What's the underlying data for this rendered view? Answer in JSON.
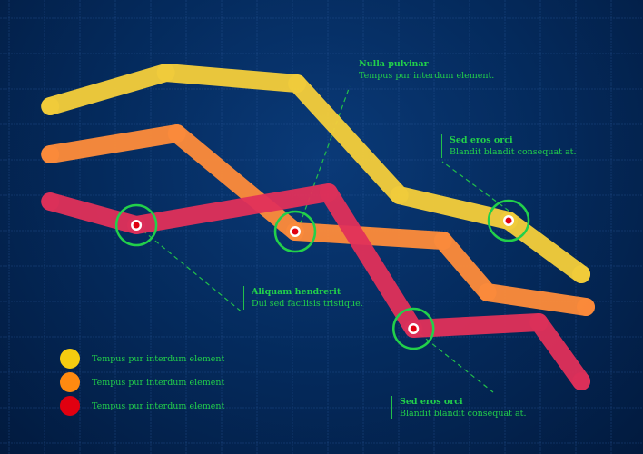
{
  "chart_data": {
    "type": "line",
    "xlim": [
      0,
      100
    ],
    "ylim": [
      0,
      100
    ],
    "grid": true,
    "series": [
      {
        "name": "Tempus pur interdum element",
        "color": "#f5cf3a",
        "x": [
          7.8,
          25.8,
          46.2,
          62.1,
          79.1,
          90.4
        ],
        "y": [
          76.6,
          84,
          81.6,
          57,
          51.4,
          39.6
        ]
      },
      {
        "name": "Tempus pur interdum element",
        "color": "#ff8c3a",
        "x": [
          7.8,
          27.5,
          45.9,
          68.9,
          75.8,
          91.1
        ],
        "y": [
          66,
          70.6,
          49,
          47,
          35.6,
          32.4
        ]
      },
      {
        "name": "Tempus pur interdum element",
        "color": "#e0305a",
        "x": [
          7.8,
          21.2,
          51.1,
          64.3,
          83.8,
          90.4
        ],
        "y": [
          55.6,
          50.4,
          57.6,
          27.6,
          29,
          16
        ]
      }
    ],
    "highlights": [
      {
        "series": 2,
        "point": 1
      },
      {
        "series": 1,
        "point": 2
      },
      {
        "series": 2,
        "point": 3
      },
      {
        "series": 0,
        "point": 4
      }
    ],
    "legend": [
      "Tempus pur interdum element",
      "Tempus pur interdum element",
      "Tempus pur interdum element"
    ],
    "legend_colors": [
      "#f5cc10",
      "#ff8a10",
      "#e00010"
    ],
    "annotations": [
      {
        "title": "Nulla pulvinar",
        "text": "Tempus pur interdum element."
      },
      {
        "title": "Sed eros orci",
        "text": "Blandit blandit consequat at."
      },
      {
        "title": "Aliquam hendrerit",
        "text": "Dui sed facilisis tristique."
      },
      {
        "title": "Sed eros orci",
        "text": "Blandit blandit consequat at."
      }
    ]
  }
}
